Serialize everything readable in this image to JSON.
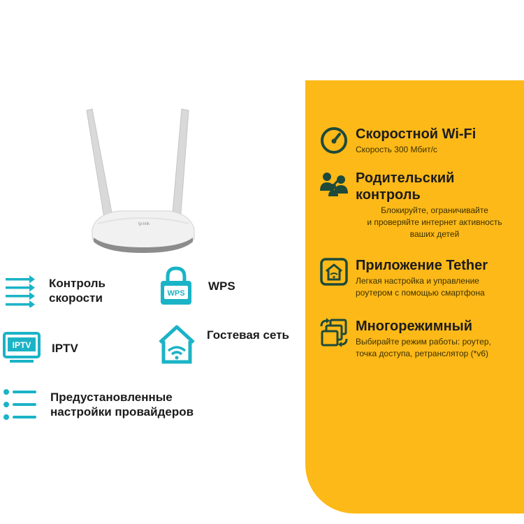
{
  "colors": {
    "accent_teal": "#1bb3c6",
    "panel_yellow": "#fdb918",
    "panel_icon_green": "#1d4a3a"
  },
  "router": {
    "logo_text": "tp-link"
  },
  "left_features": [
    {
      "icon": "speed-arrows-icon",
      "label": "Контроль\nскорости"
    },
    {
      "icon": "wps-lock-icon",
      "label": "WPS",
      "badge": "WPS"
    },
    {
      "icon": "iptv-screen-icon",
      "label": "IPTV",
      "badge": "IPTV"
    },
    {
      "icon": "guest-wifi-house-icon",
      "label": "Гостевая сеть"
    },
    {
      "icon": "list-icon",
      "label": "Предустановленные\nнастройки провайдеров"
    }
  ],
  "panel_features": [
    {
      "icon": "speedometer-icon",
      "title": "Скоростной Wi-Fi",
      "desc": "Скорость 300 Мбит/с"
    },
    {
      "icon": "parental-control-icon",
      "title": "Родительский\nконтроль",
      "desc": "Блокируйте, ограничивайте\nи проверяйте интернет активность\nваших детей"
    },
    {
      "icon": "tether-app-icon",
      "title": "Приложение Tether",
      "desc": "Легкая настройка и управление\nроутером с помощью смартфона"
    },
    {
      "icon": "multimode-icon",
      "title": "Многорежимный",
      "desc": "Выбирайте режим работы: роутер,\nточка доступа, ретранслятор (*v6)"
    }
  ]
}
